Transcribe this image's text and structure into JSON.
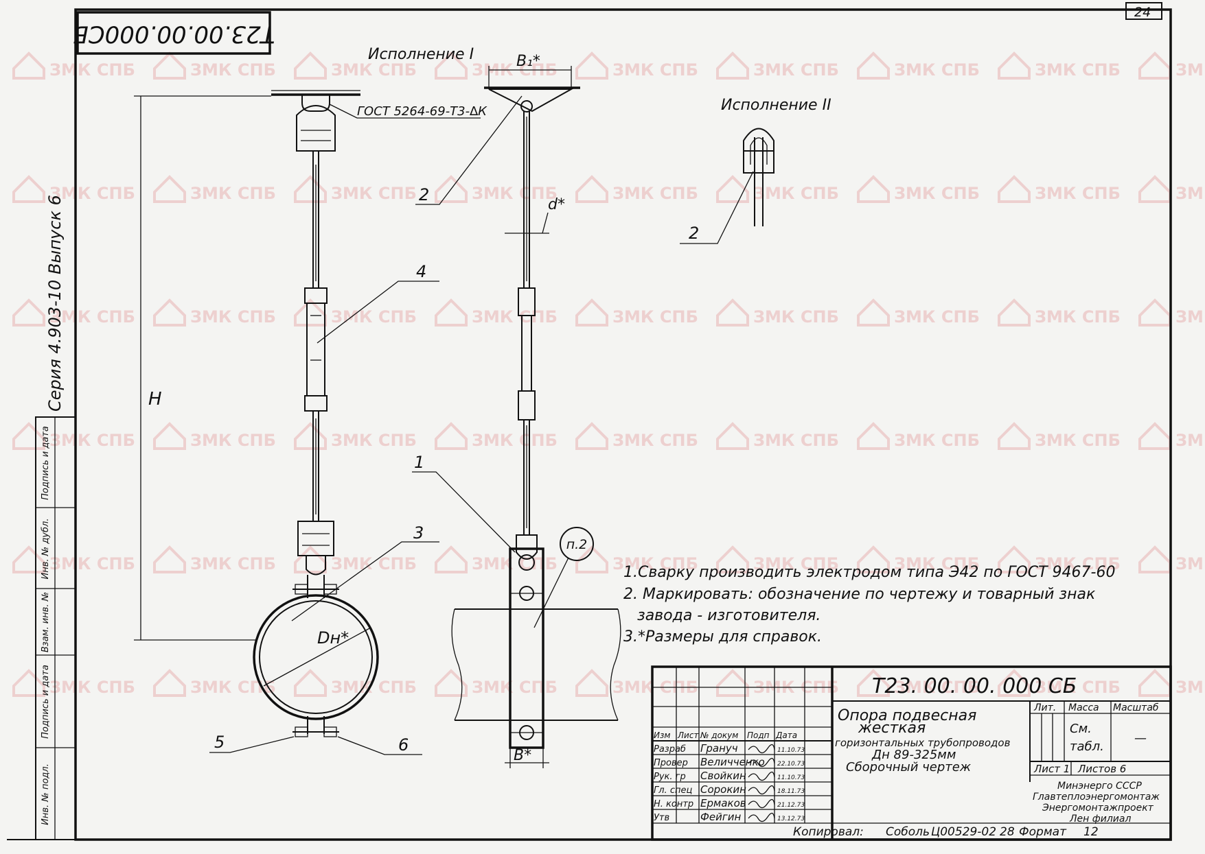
{
  "sheet": {
    "page_number": "24",
    "stamp_code_rotated": "Т23.00.00.000СБ",
    "series_text": "Серия 4.903-10  Выпуск 6",
    "watermark": "ЗМК СПБ"
  },
  "left_strip": {
    "labels": [
      "Подпись и дата",
      "Инв. № дубл.",
      "Взам. инв. №",
      "Подпись и дата",
      "Инв. № подл."
    ]
  },
  "views": {
    "view1_title": "Исполнение I",
    "view2_title": "Исполнение II",
    "gost_note": "ГОСТ 5264-69-Т3-∆К",
    "dim_H": "H",
    "dim_B1": "B₁*",
    "dim_d": "d*",
    "dim_Dn": "Dн*",
    "dim_B": "B*",
    "callout_p2": "п.2",
    "positions": [
      "1",
      "2",
      "3",
      "4",
      "5",
      "6"
    ],
    "view2_position": "2"
  },
  "notes": [
    "1.Сварку производить электродом типа Э42 по ГОСТ 9467-60",
    "2. Маркировать: обозначение по чертежу и товарный знак",
    "завода - изготовителя.",
    "3.*Размеры для справок."
  ],
  "title_block": {
    "doc_code": "Т23. 00. 00. 000 СБ",
    "name_lines": [
      "Опора подвесная",
      "жесткая",
      "горизонтальных трубопроводов",
      "Дн 89-325мм",
      "Сборочный чертеж"
    ],
    "header": [
      "Изм",
      "Лист",
      "№ докум",
      "Подп",
      "Дата"
    ],
    "roles": [
      "Разраб",
      "Провер",
      "Рук. гр",
      "Гл. спец",
      "Н. контр",
      "Утв"
    ],
    "names": [
      "Грануч",
      "Величченко",
      "Свойкин",
      "Сорокин",
      "Ермаков",
      "Фейгин"
    ],
    "dates": [
      "11.10.73",
      "22.10.73",
      "11.10.73",
      "18.11.73",
      "21.12.73",
      "13.12.73"
    ],
    "lit_label": "Лит.",
    "mass_label": "Масса",
    "scale_label": "Масштаб",
    "mass_value_lines": [
      "См.",
      "табл."
    ],
    "scale_value": "—",
    "sheet_label": "Лист 1",
    "sheets_label": "Листов 6",
    "org_lines": [
      "Минэнерго СССР",
      "Главтеплоэнергомонтаж",
      "Энергомонтажпроект",
      "Лен филиал"
    ],
    "copied_label": "Копировал:",
    "copied_by": "Соболь",
    "order_no": "Ц00529-02",
    "order_sheet": "28",
    "format_label": "Формат",
    "format_value": "12"
  }
}
